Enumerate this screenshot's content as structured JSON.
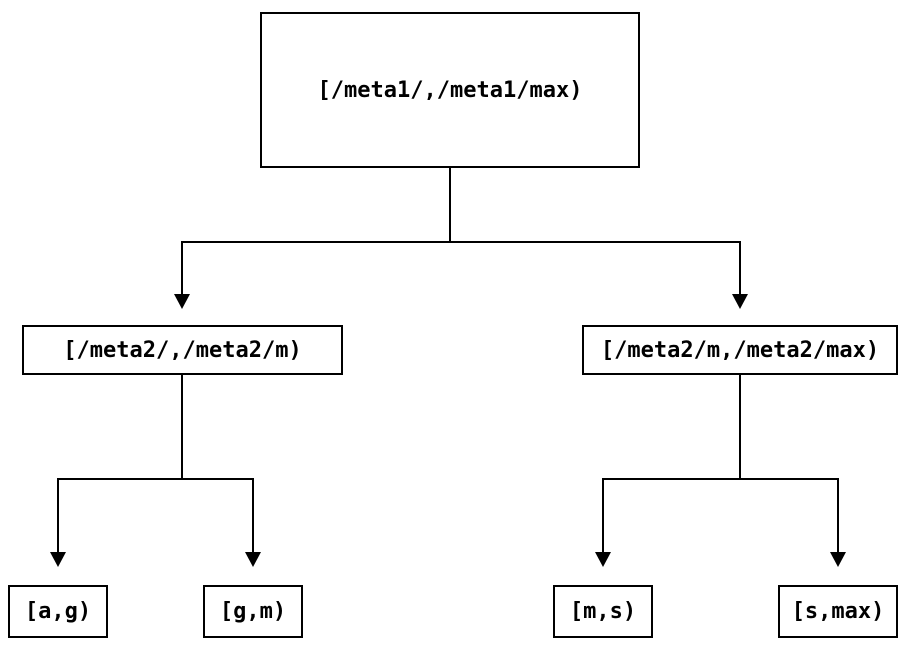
{
  "diagram": {
    "type": "binary-interval-tree",
    "colors": {
      "background": "#ffffff",
      "line": "#000000",
      "box_border": "#000000",
      "text": "#000000"
    },
    "tree": {
      "root": {
        "label": "[/meta1/,/meta1/max)"
      },
      "level1": [
        {
          "id": "meta2-left",
          "label": "[/meta2/,/meta2/m)"
        },
        {
          "id": "meta2-right",
          "label": "[/meta2/m,/meta2/max)"
        }
      ],
      "leaves": [
        {
          "parent": "meta2-left",
          "label": "[a,g)"
        },
        {
          "parent": "meta2-left",
          "label": "[g,m)"
        },
        {
          "parent": "meta2-right",
          "label": "[m,s)"
        },
        {
          "parent": "meta2-right",
          "label": "[s,max)"
        }
      ]
    }
  }
}
